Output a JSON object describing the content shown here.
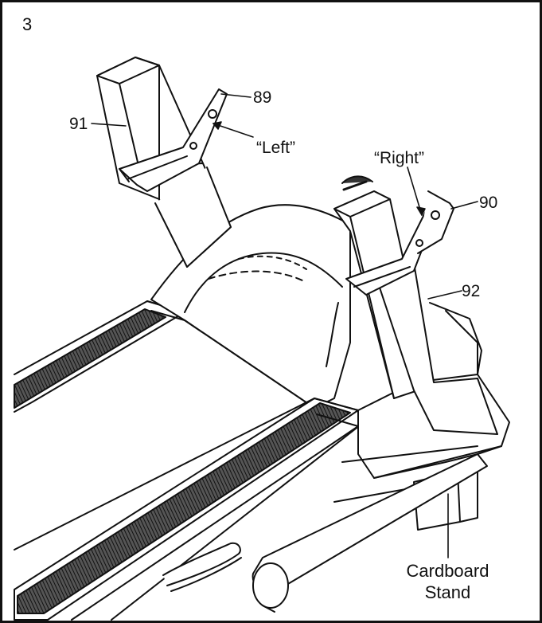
{
  "step_number": "3",
  "labels": {
    "part_91": "91",
    "part_89": "89",
    "left_quote": "“Left”",
    "right_quote": "“Right”",
    "part_90": "90",
    "part_92": "92",
    "cardboard": "Cardboard",
    "stand": "Stand"
  },
  "colors": {
    "line": "#111111",
    "belt": "#3a3a3a",
    "paper": "#ffffff"
  }
}
